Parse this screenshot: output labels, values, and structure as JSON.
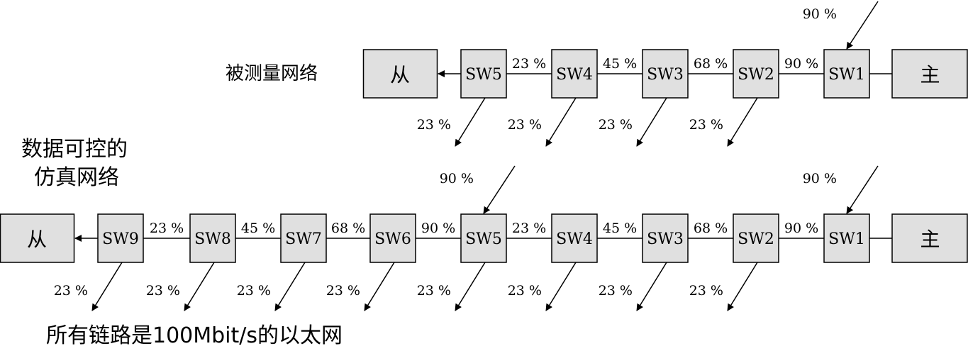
{
  "labels": {
    "measured_network": "被测量网络",
    "simulation_network_line1": "数据可控的",
    "simulation_network_line2": "仿真网络",
    "footer": "所有链路是100Mbit/s的以太网"
  },
  "rows": [
    {
      "id": "measured",
      "slave": "从",
      "master": "主",
      "switches": [
        "SW5",
        "SW4",
        "SW3",
        "SW2",
        "SW1"
      ],
      "link_loads": [
        "23 %",
        "45 %",
        "68 %",
        "90 %"
      ],
      "outgoing_loads": [
        "23 %",
        "23 %",
        "23 %",
        "23 %"
      ],
      "incoming": [
        {
          "switch": "SW1",
          "load": "90 %"
        }
      ]
    },
    {
      "id": "simulated",
      "slave": "从",
      "master": "主",
      "switches": [
        "SW9",
        "SW8",
        "SW7",
        "SW6",
        "SW5",
        "SW4",
        "SW3",
        "SW2",
        "SW1"
      ],
      "link_loads": [
        "23 %",
        "45 %",
        "68 %",
        "90 %",
        "23 %",
        "45 %",
        "68 %",
        "90 %"
      ],
      "outgoing_loads": [
        "23 %",
        "23 %",
        "23 %",
        "23 %",
        "23 %",
        "23 %",
        "23 %",
        "23 %"
      ],
      "incoming": [
        {
          "switch": "SW5",
          "load": "90 %"
        },
        {
          "switch": "SW1",
          "load": "90 %"
        }
      ]
    }
  ],
  "colors": {
    "node_fill": "#e0e0e0",
    "stroke": "#000000",
    "background": "#ffffff"
  }
}
